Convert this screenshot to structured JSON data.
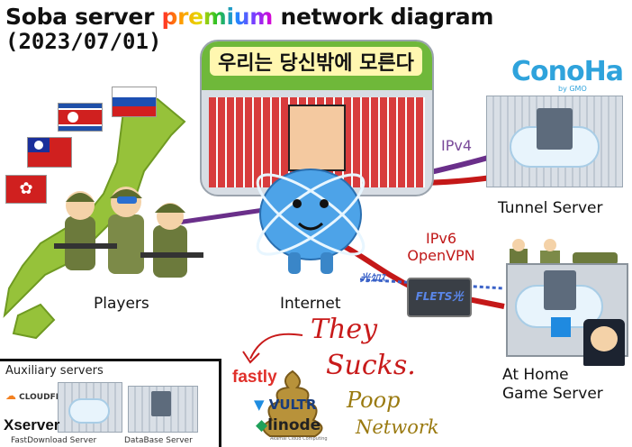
{
  "title": {
    "prefix": "Soba server ",
    "highlight": "premium",
    "suffix": " network diagram",
    "date": "(2023/07/01)"
  },
  "banner": {
    "text": "우리는 당신밖에 모른다"
  },
  "nodes": {
    "players": "Players",
    "internet": "Internet",
    "tunnel_server": "Tunnel Server",
    "home_server_line1": "At Home",
    "home_server_line2": "Game Server"
  },
  "links": {
    "ipv4": "IPv4",
    "ipv6_line1": "IPv6",
    "ipv6_line2": "OpenVPN",
    "flets_small": "光ｸﾛｽ",
    "flets": "FLETS光"
  },
  "providers": {
    "conoha": "ConoHa",
    "conoha_sub": "by GMO",
    "fastly": "fastly",
    "vultr": "VULTR",
    "linode": "linode",
    "linode_sub": "Akamai Cloud Computing"
  },
  "annotations": {
    "they": "They",
    "sucks": "Sucks.",
    "poop": "Poop",
    "network": "Network"
  },
  "auxiliary": {
    "title": "Auxiliary servers",
    "cloudflare": "CLOUDFLARE",
    "xserver": "Xserver",
    "fastdownload": "FastDownload Server",
    "database": "DataBase Server"
  },
  "colors": {
    "ipv4_line": "#6a2f8a",
    "ipv6_line": "#c41818",
    "player_line": "#6a2f8a",
    "annotation": "#c81a1a",
    "conoha": "#2fa3dc"
  }
}
